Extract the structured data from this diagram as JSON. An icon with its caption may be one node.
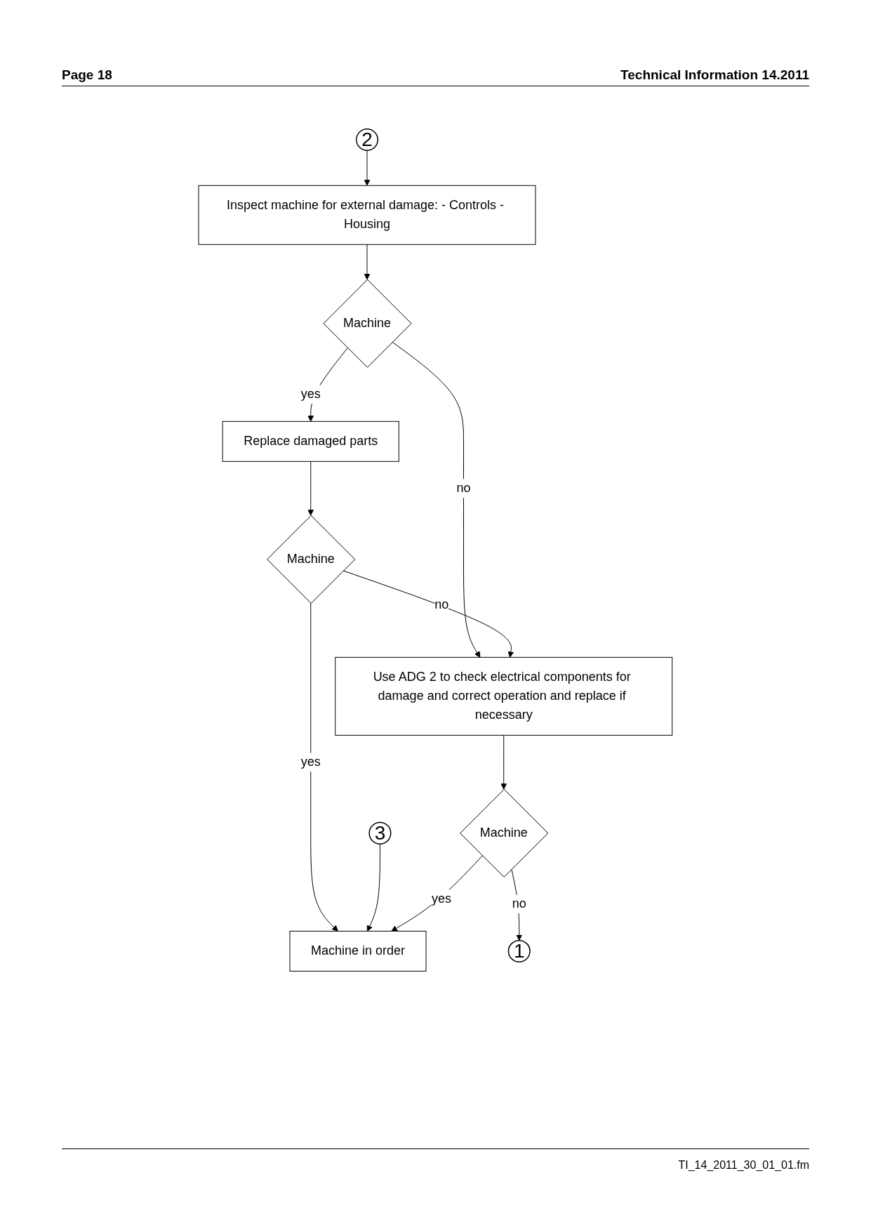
{
  "diagram": {
    "nodes": [
      {
        "text": [
          "1"
        ]
      },
      {
        "text": [
          "2"
        ]
      },
      {
        "text": [
          "3"
        ]
      },
      {
        "text": [
          "Inspect machine for external damage: - Controls - Housing"
        ]
      },
      {
        "text": [
          "Machine"
        ]
      },
      {
        "text": [
          "Replace damaged parts"
        ]
      },
      {
        "text": [
          "Use ADG 2 to check electrical components for damage and correct operation and replace if necessary"
        ]
      },
      {
        "text": [
          "Machine"
        ]
      },
      {
        "text": [
          "Machine"
        ]
      },
      {
        "text": [
          "Machine in order"
        ]
      }
    ],
    "edges": [
      {
        "from": 1,
        "to": 3,
        "arrow": "to"
      },
      {
        "from": 3,
        "to": 4,
        "arrow": "to"
      },
      {
        "from": 4,
        "to": 5,
        "arrow": "to",
        "label": "yes"
      },
      {
        "from": 4,
        "to": 6,
        "arrow": "to",
        "label": "no"
      },
      {
        "from": 5,
        "to": 7,
        "arrow": "to"
      },
      {
        "from": 7,
        "to": 6,
        "arrow": "to",
        "label": "no"
      },
      {
        "from": 7,
        "to": 9,
        "arrow": "to",
        "label": "yes"
      },
      {
        "from": 2,
        "to": 9,
        "arrow": "to"
      },
      {
        "from": 6,
        "to": 8,
        "arrow": "to"
      },
      {
        "from": 8,
        "to": 9,
        "arrow": "to",
        "label": "yes"
      },
      {
        "from": 8,
        "to": 0,
        "arrow": "to",
        "label": "no"
      }
    ],
    "labels": [
      "Page 18",
      "Technical Information  14.2011",
      "TI_14_2011_30_01_01.fm"
    ]
  }
}
